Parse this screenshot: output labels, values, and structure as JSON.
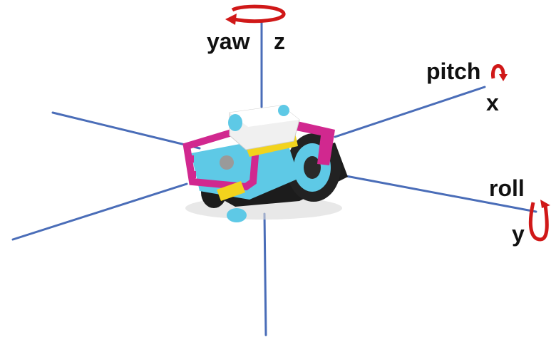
{
  "labels": {
    "yaw": "yaw",
    "z": "z",
    "pitch": "pitch",
    "x": "x",
    "roll": "roll",
    "y": "y"
  },
  "colors": {
    "axis": "#4a6db8",
    "rotation_arrow": "#d01818",
    "text": "#111111",
    "robot_magenta": "#d1288f",
    "robot_cyan": "#5ec9e6",
    "robot_yellow": "#f2d31d",
    "robot_hub": "#f0f0f0",
    "robot_black": "#1c1c1c"
  },
  "icons": {
    "yaw": "rotation-arrow-horizontal-icon",
    "pitch": "rotation-arrow-small-icon",
    "roll": "rotation-arrow-vertical-icon"
  }
}
